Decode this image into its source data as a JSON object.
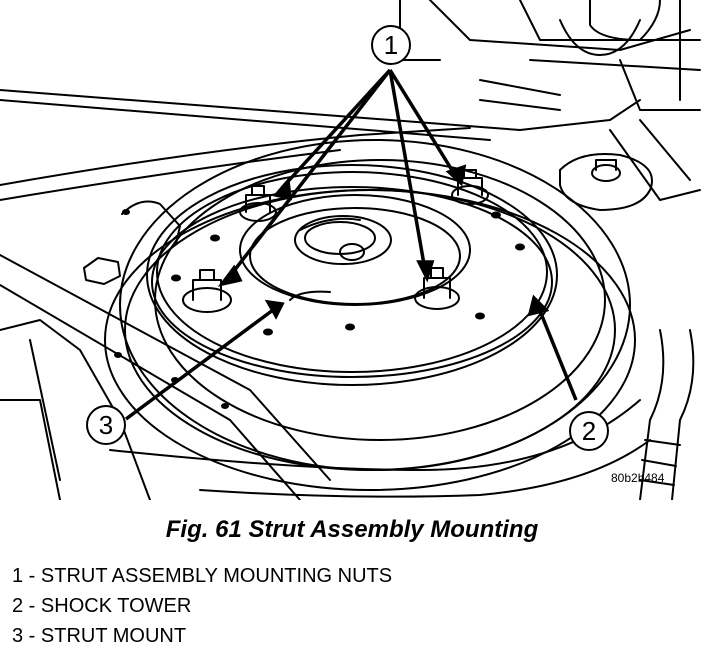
{
  "figure": {
    "code": "80b2b484",
    "caption": "Fig. 61 Strut Assembly Mounting",
    "callouts": [
      "1",
      "2",
      "3"
    ],
    "legend": [
      {
        "num": "1",
        "text": "STRUT ASSEMBLY MOUNTING NUTS"
      },
      {
        "num": "2",
        "text": "SHOCK TOWER"
      },
      {
        "num": "3",
        "text": "STRUT MOUNT"
      }
    ]
  }
}
